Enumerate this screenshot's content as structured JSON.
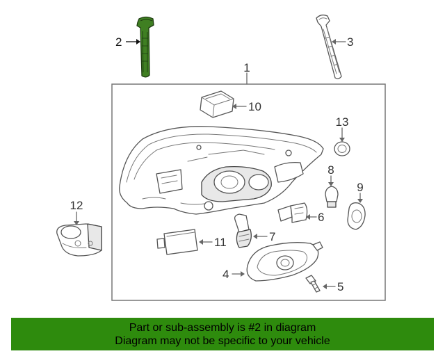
{
  "callouts": {
    "c1": "1",
    "c2": "2",
    "c3": "3",
    "c4": "4",
    "c5": "5",
    "c6": "6",
    "c7": "7",
    "c8": "8",
    "c9": "9",
    "c10": "10",
    "c11": "11",
    "c12": "12",
    "c13": "13"
  },
  "highlighted_part": "2",
  "colors": {
    "highlight": "#3f7f22",
    "banner": "#2e8b0d",
    "line": "#666666"
  },
  "footer": {
    "line1": "Part or sub-assembly is #2 in diagram",
    "line2": "Diagram may not be specific to your vehicle"
  }
}
